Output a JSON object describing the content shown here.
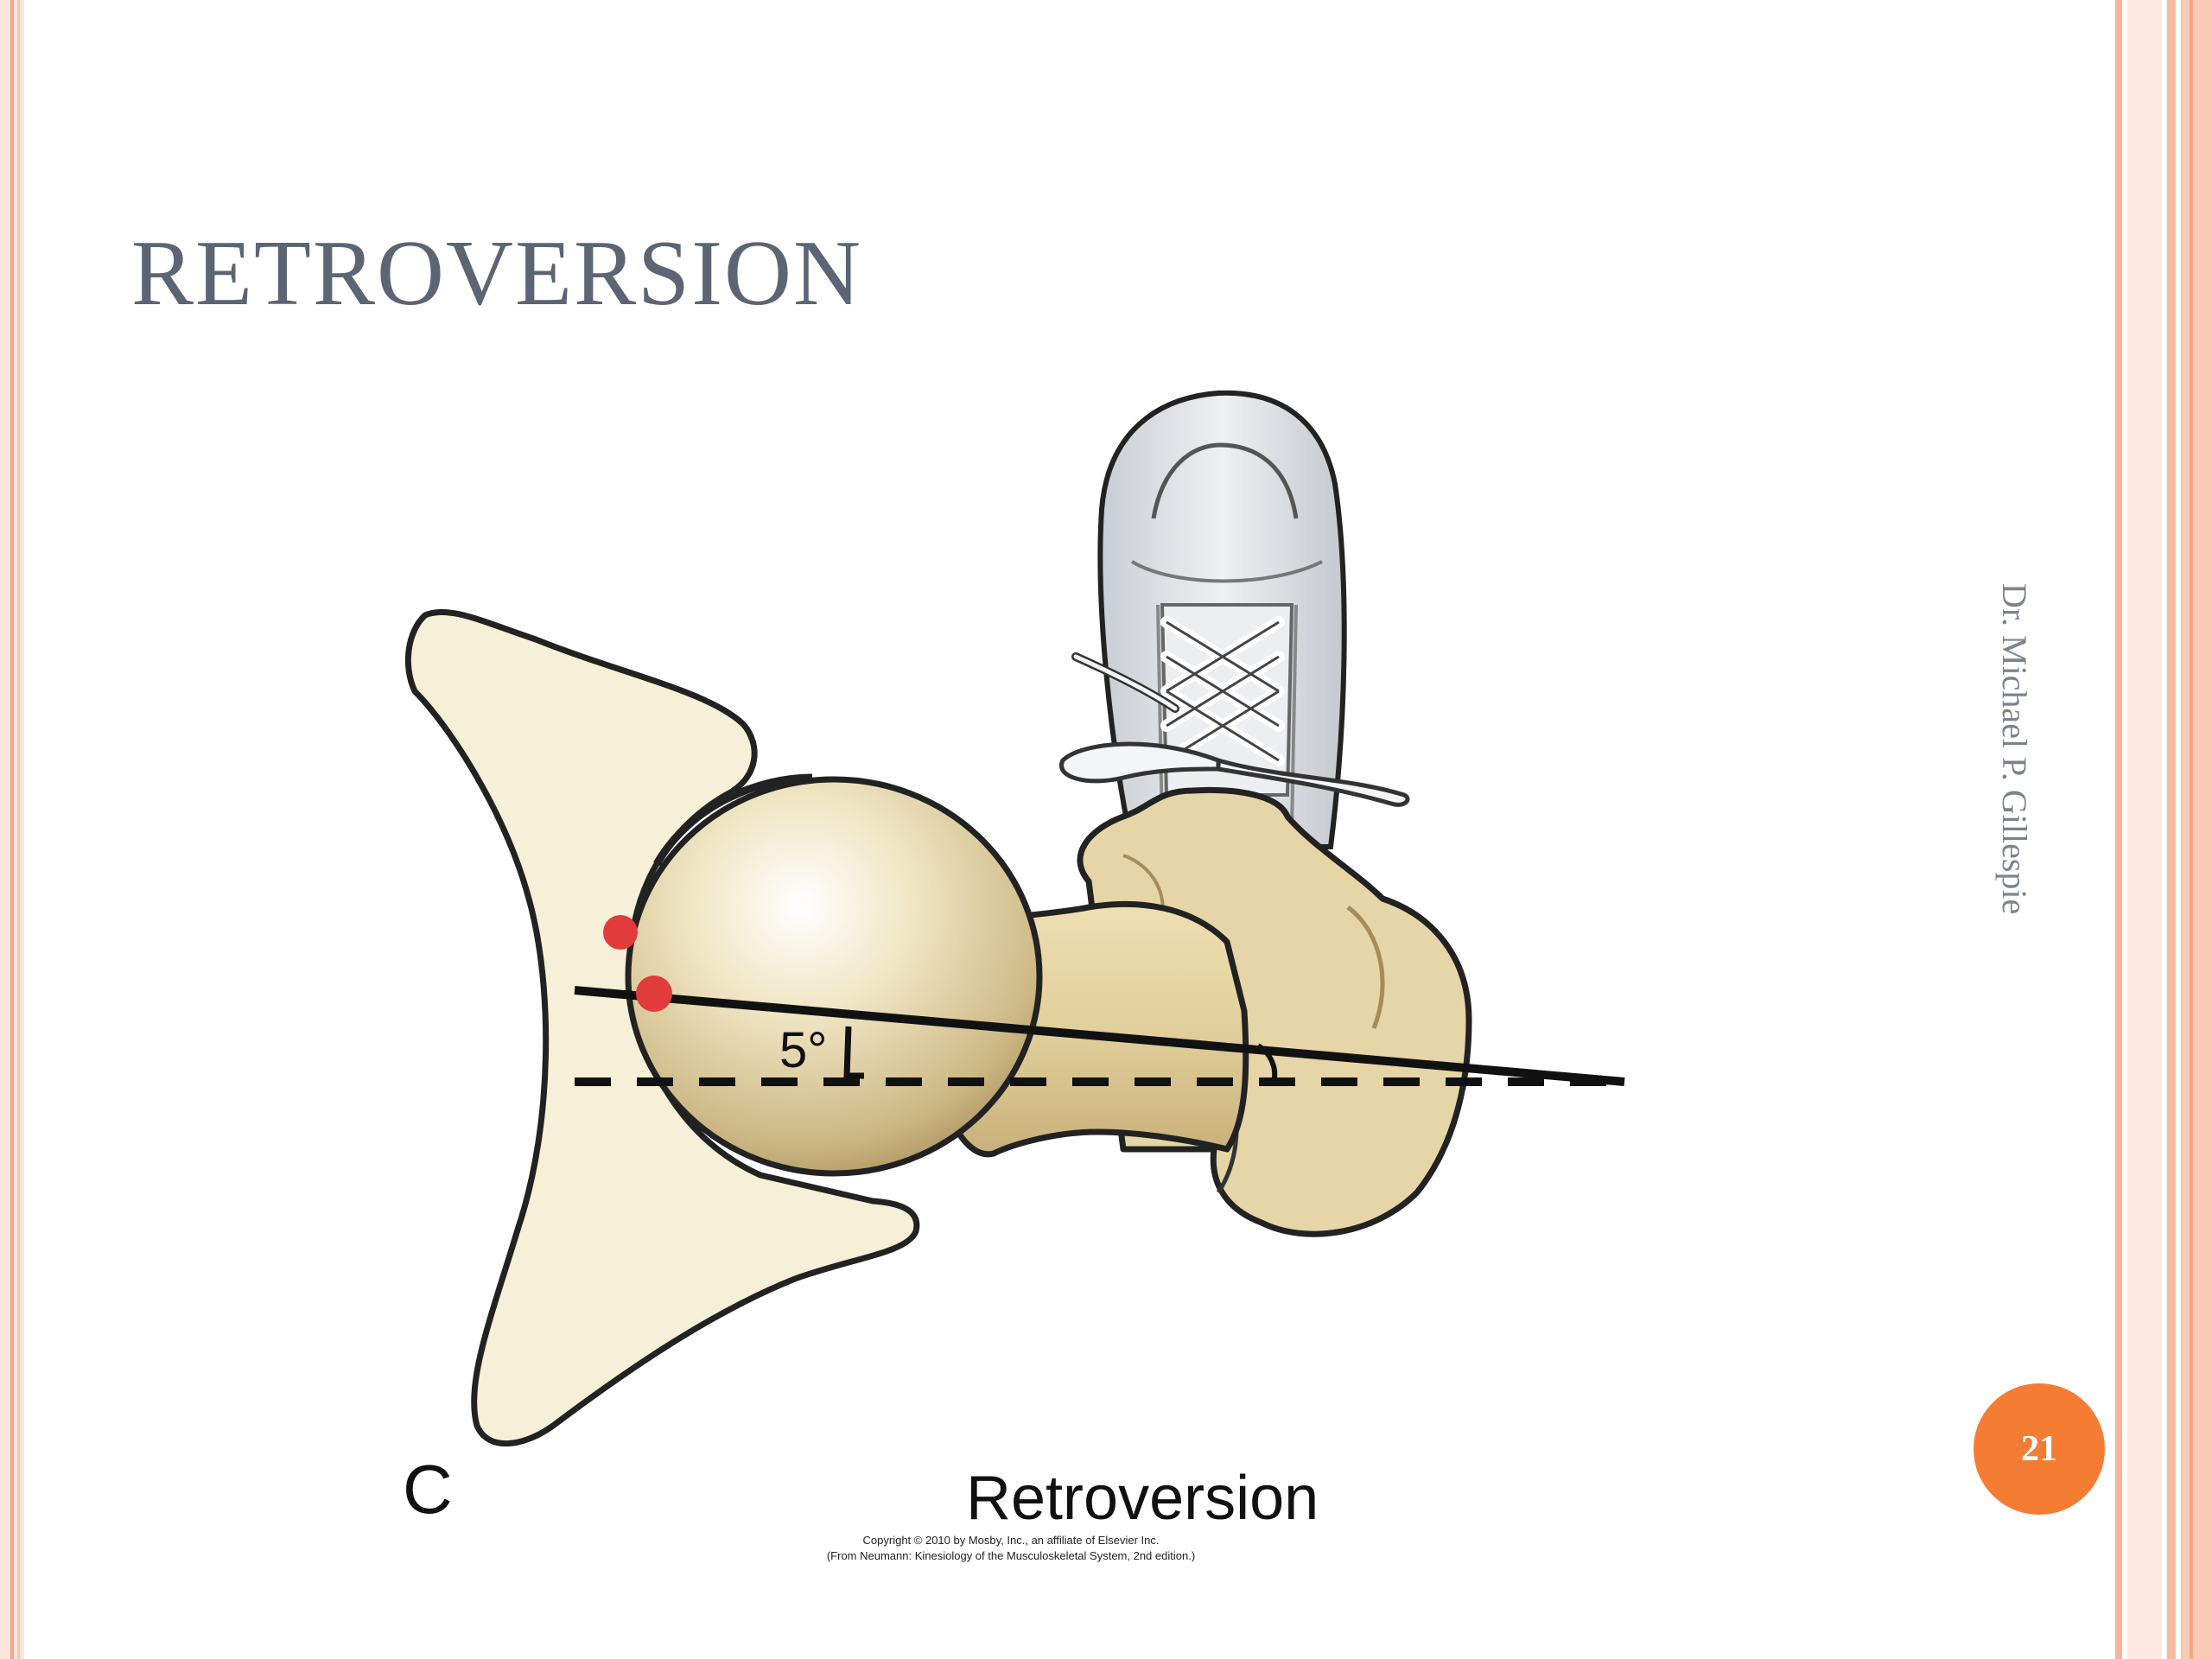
{
  "slide": {
    "title": "RETROVERSION",
    "author": "Dr. Michael P. Gillespie",
    "page_number": "21"
  },
  "figure": {
    "panel_label": "C",
    "caption": "Retroversion",
    "angle_label": "5°",
    "copyright_line1": "Copyright © 2010 by Mosby, Inc., an affiliate of Elsevier Inc.",
    "copyright_line2": "(From Neumann: Kinesiology of the Musculoskeletal System, 2nd edition.)"
  },
  "colors": {
    "frame": "#f8c4ad",
    "frame_line": "#f3a58a",
    "title": "#5b6574",
    "badge": "#f47c33",
    "bone": "#f7f0d8",
    "femur": "#e6d5a6",
    "marker": "#e23b3b",
    "shoe": "#dfe2e6"
  }
}
